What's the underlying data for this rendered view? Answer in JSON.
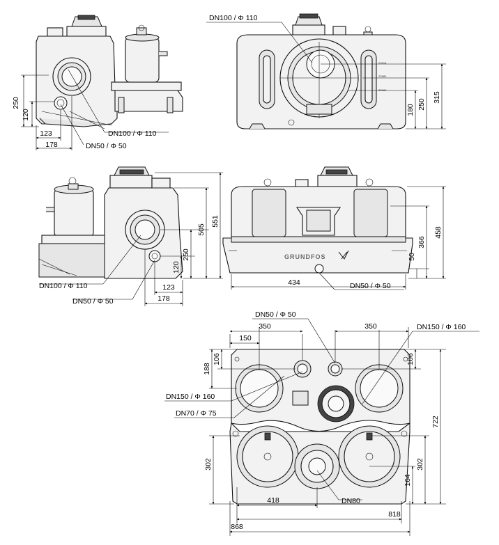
{
  "views": {
    "top_left": {
      "labels": {
        "dn100": "DN100 /   Φ 110",
        "dn50": "DN50 /   Φ 50"
      },
      "dims": {
        "h250": "250",
        "h120": "120",
        "w123": "123",
        "w178": "178"
      }
    },
    "top_right": {
      "labels": {
        "dn100": "DN100 /   Φ 110"
      },
      "dims": {
        "h180": "180",
        "h250": "250",
        "h315": "315"
      },
      "tiny_marks": {
        "m1": "Z2818",
        "m2": "Z2880",
        "m3": "Z2160"
      }
    },
    "mid_left": {
      "labels": {
        "dn100": "DN100 /   Φ 110",
        "dn50": "DN50 /   Φ 50"
      },
      "dims": {
        "h505": "505",
        "h551": "551",
        "h250": "250",
        "h120": "120",
        "w123": "123",
        "w178": "178"
      }
    },
    "mid_right": {
      "brand": "GRUNDFOS",
      "labels": {
        "dn50": "DN50 /   Φ 50"
      },
      "dims": {
        "h458": "458",
        "h366": "366",
        "h50": "50",
        "w434": "434"
      }
    },
    "bottom": {
      "labels": {
        "dn50": "DN50 /   Φ 50",
        "dn150_right": "DN150 /   Φ 160",
        "dn150_left": "DN150 /   Φ 160",
        "dn70": "DN70 /   Φ 75",
        "dn80": "DN80"
      },
      "dims": {
        "w350_left": "350",
        "w150": "150",
        "w350_right": "350",
        "h188": "188",
        "h106_left": "106",
        "h106_right": "106",
        "h722": "722",
        "h302_left": "302",
        "h302_right": "302",
        "h164": "164",
        "w418": "418",
        "w818": "818",
        "w868": "868"
      }
    }
  }
}
